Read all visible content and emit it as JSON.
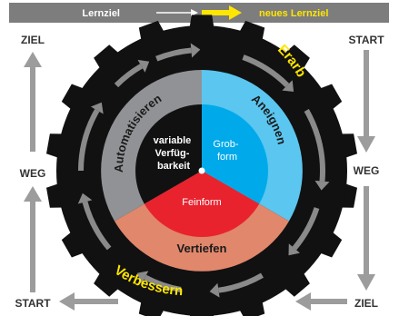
{
  "top_bar": {
    "left_label": "Lernziel",
    "right_label": "neues Lernziel"
  },
  "side_labels": {
    "left_top": "ZIEL",
    "left_mid": "WEG",
    "left_bottom": "START",
    "right_top": "START",
    "right_mid": "WEG",
    "right_bottom": "ZIEL"
  },
  "ring_labels": {
    "top": "Erarbeiten",
    "bottom": "Verbessern"
  },
  "segments": {
    "aneignen": "Aneignen",
    "automatisieren": "Automatisieren",
    "vertiefen": "Vertiefen"
  },
  "inner": {
    "variable": [
      "variable",
      "Verfüg-",
      "barkeit"
    ],
    "grobform": [
      "Grob-",
      "form"
    ],
    "feinform": "Feinform"
  },
  "colors": {
    "gear": "#111111",
    "ring_arrows": "#8a8a8a",
    "yellow": "#ffe600",
    "aneignen": "#5bc6ef",
    "grobform": "#00aaea",
    "automatisieren": "#909295",
    "vertiefen": "#e0876c",
    "feinform": "#e8232e",
    "side_arrows": "#9c9c9c"
  }
}
